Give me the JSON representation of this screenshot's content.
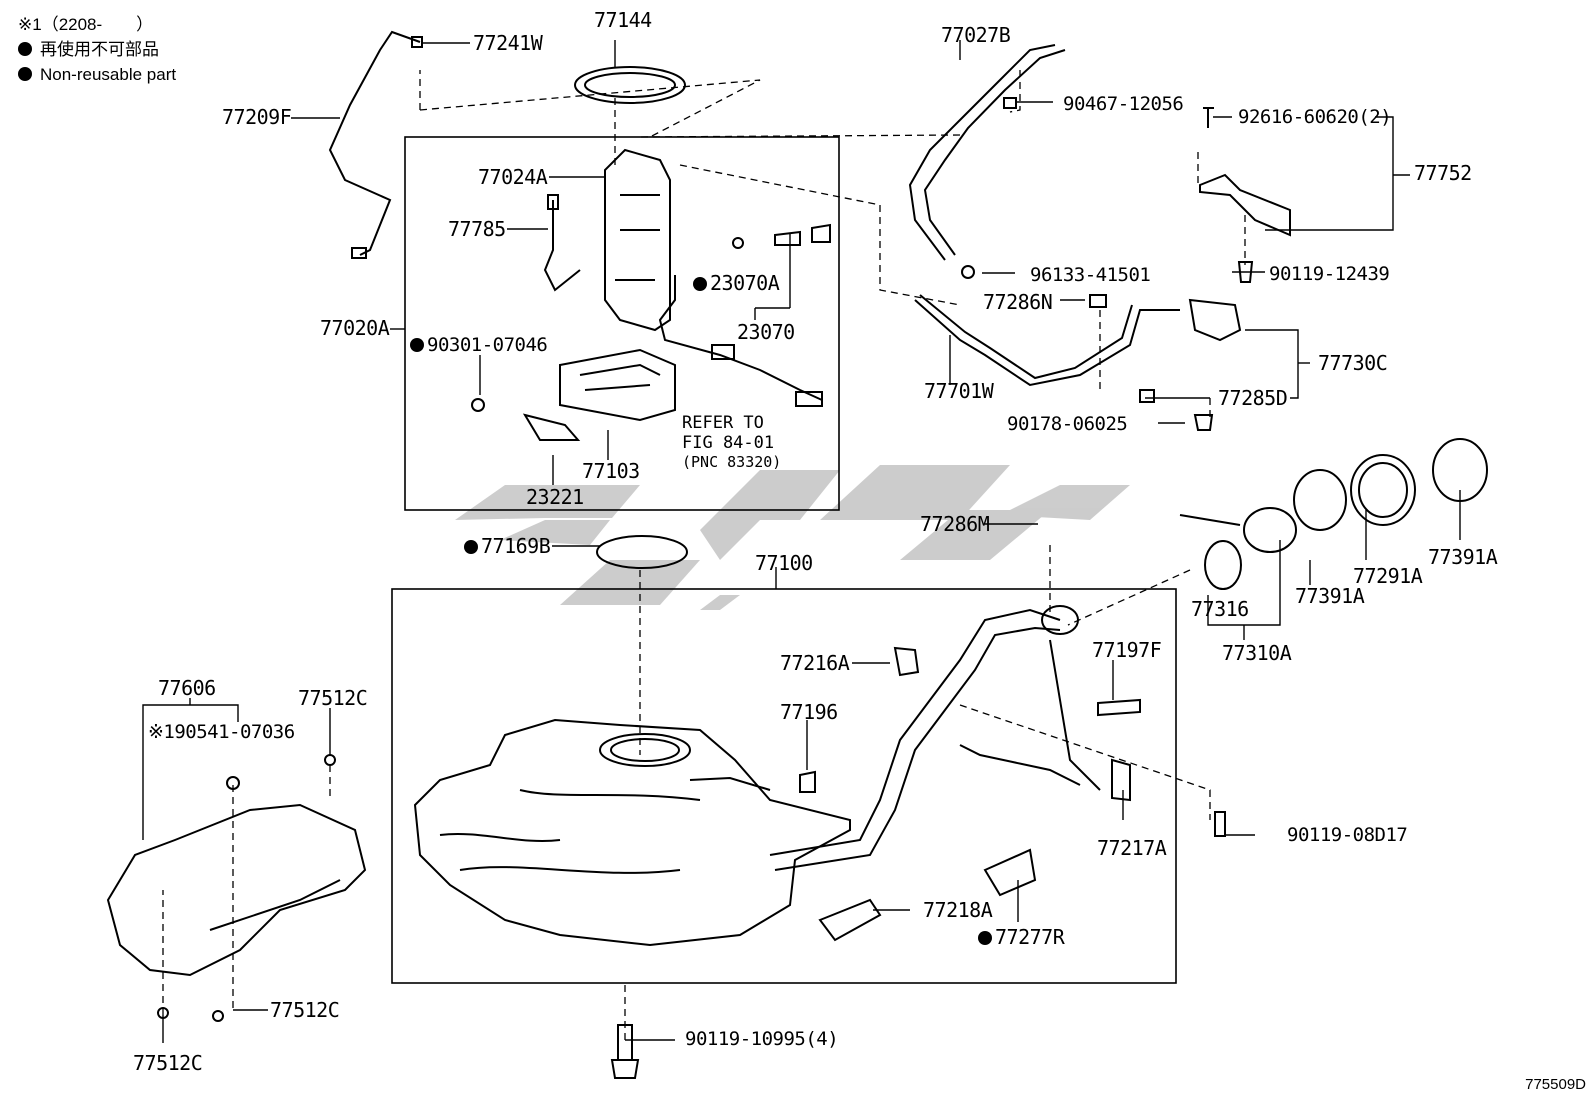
{
  "legend": {
    "note": "※1（2208-　　）",
    "jp": "再使用不可部品",
    "en": "Non-reusable part"
  },
  "figure_code": "775509D",
  "refer": {
    "line1": "REFER TO",
    "line2": "FIG 84-01",
    "line3": "(PNC 83320)"
  },
  "labels": {
    "p77144": "77144",
    "p77241W": "77241W",
    "p77209F": "77209F",
    "p77024A": "77024A",
    "p77785": "77785",
    "p23070A": "23070A",
    "p23070": "23070",
    "p77020A": "77020A",
    "p90301": "90301-07046",
    "p77103": "77103",
    "p23221": "23221",
    "p77027B": "77027B",
    "p90467": "90467-12056",
    "p96133": "96133-41501",
    "p77286N": "77286N",
    "p77701W": "77701W",
    "p92616": "92616-60620(2)",
    "p77752": "77752",
    "p90119_12439": "90119-12439",
    "p77730C": "77730C",
    "p77285D": "77285D",
    "p90178": "90178-06025",
    "p77286M": "77286M",
    "p77169B": "77169B",
    "p77100": "77100",
    "p77216A": "77216A",
    "p77197F": "77197F",
    "p77196": "77196",
    "p90119_08D17": "90119-08D17",
    "p77217A": "77217A",
    "p77218A": "77218A",
    "p77277R": "77277R",
    "p77316": "77316",
    "p77310A": "77310A",
    "p77391A_a": "77391A",
    "p77291A": "77291A",
    "p77391A_b": "77391A",
    "p77606": "77606",
    "p190541": "※190541-07036",
    "p77512C_a": "77512C",
    "p77512C_b": "77512C",
    "p77512C_c": "77512C",
    "p90119_10995": "90119-10995(4)"
  },
  "non_reusable": [
    "23070A",
    "90301-07046",
    "77169B",
    "77277R"
  ],
  "colors": {
    "line": "#000000",
    "watermark": "#c8c8c8"
  }
}
